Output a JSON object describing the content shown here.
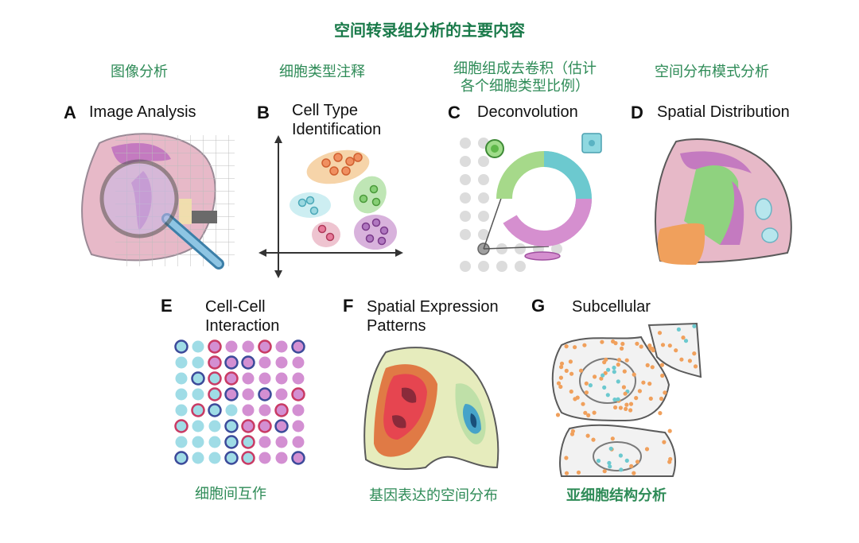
{
  "title": "空间转录组分析的主要内容",
  "panels": [
    {
      "letter": "A",
      "en": "Image Analysis",
      "cn": "图像分析"
    },
    {
      "letter": "B",
      "en": "Cell Type\nIdentification",
      "cn": "细胞类型注释"
    },
    {
      "letter": "C",
      "en": "Deconvolution",
      "cn": "细胞组成去卷积（估计\n各个细胞类型比例）"
    },
    {
      "letter": "D",
      "en": "Spatial Distribution",
      "cn": "空间分布模式分析"
    },
    {
      "letter": "E",
      "en": "Cell-Cell\nInteraction",
      "cn": "细胞间互作"
    },
    {
      "letter": "F",
      "en": "Spatial Expression\nPatterns",
      "cn": "基因表达的空间分布"
    },
    {
      "letter": "G",
      "en": "Subcellular",
      "cn": "亚细胞结构分析"
    }
  ],
  "colors": {
    "title_green": "#1a7a4a",
    "caption_green": "#2e8b57",
    "tissue_pink": "#e7b9c8",
    "purple": "#c47ac0",
    "orange": "#f0a05c",
    "green": "#8fd27f",
    "cyan": "#8fd8e0",
    "red": "#e64550",
    "navy": "#3c4a9a"
  }
}
